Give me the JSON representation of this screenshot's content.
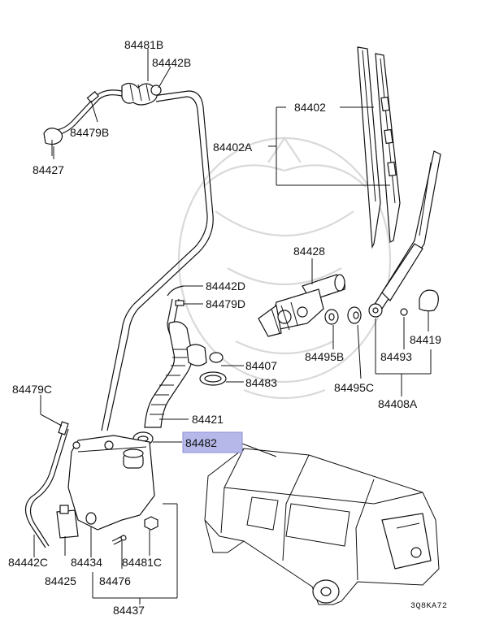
{
  "highlight_color": "#b6b8ea",
  "part_labels": {
    "p84481B": "84481B",
    "p84442B_top": "84442B",
    "p84479B": "84479B",
    "p84427": "84427",
    "p84402": "84402",
    "p84402A": "84402A",
    "p84428": "84428",
    "p84442D": "84442D",
    "p84479D": "84479D",
    "p84407": "84407",
    "p84483": "84483",
    "p84421": "84421",
    "p84482": "84482",
    "p84495B": "84495B",
    "p84495C": "84495C",
    "p84493": "84493",
    "p84419": "84419",
    "p84408A": "84408A",
    "p84479C": "84479C",
    "p84442C": "84442C",
    "p84434": "84434",
    "p84481C": "84481C",
    "p84425": "84425",
    "p84476": "84476",
    "p84437": "84437"
  },
  "diagram_code": "3Q8KA72"
}
